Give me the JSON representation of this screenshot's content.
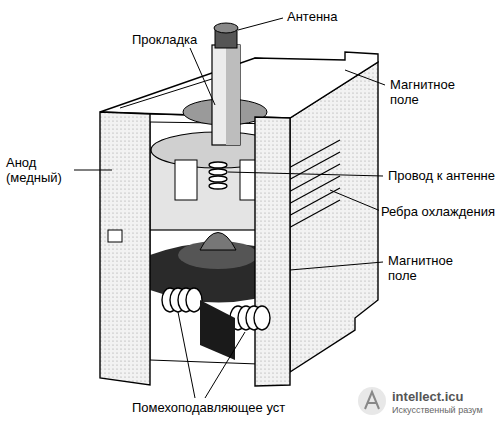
{
  "diagram": {
    "labels": [
      "Антенна",
      "Прокладка",
      "Магнитное поле",
      "Анод (медный)",
      "Провод к антенне",
      "Ребра охлаждения",
      "Магнитное поле",
      "Помехоподавляющее уст",
      "intellect.icu",
      "Искусственный разум"
    ]
  }
}
